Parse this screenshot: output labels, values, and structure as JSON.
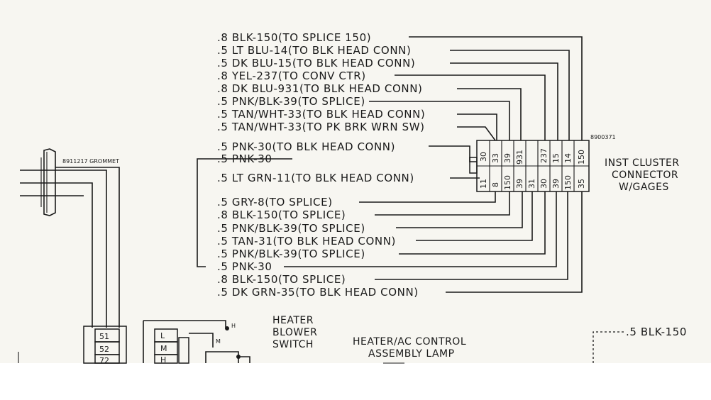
{
  "wires_top": [
    ".8 BLK-150(TO SPLICE 150)",
    ".5 LT BLU-14(TO BLK HEAD CONN)",
    ".5 DK BLU-15(TO BLK HEAD CONN)",
    ".8 YEL-237(TO CONV CTR)",
    ".8 DK BLU-931(TO BLK HEAD CONN)",
    ".5 PNK/BLK-39(TO SPLICE)",
    ".5 TAN/WHT-33(TO BLK HEAD CONN)",
    ".5 TAN/WHT-33(TO PK BRK WRN SW)"
  ],
  "wires_mid": [
    ".5 PNK-30(TO BLK HEAD CONN)",
    ".5 PNK-30",
    ".5 LT GRN-11(TO BLK HEAD CONN)"
  ],
  "wires_bottom": [
    ".5 GRY-8(TO SPLICE)",
    ".8 BLK-150(TO SPLICE)",
    ".5 PNK/BLK-39(TO SPLICE)",
    ".5 TAN-31(TO BLK HEAD CONN)",
    ".5 PNK/BLK-39(TO SPLICE)",
    ".5 PNK-30",
    ".8 BLK-150(TO SPLICE)",
    ".5 DK GRN-35(TO BLK HEAD CONN)"
  ],
  "connector": {
    "part_number": "8900371",
    "label_lines": [
      "INST CLUSTER",
      "CONNECTOR",
      "W/GAGES"
    ],
    "top_pins": [
      "30",
      "33",
      "39",
      "931",
      "",
      "237",
      "15",
      "14",
      "150"
    ],
    "bottom_pins": [
      "11",
      "8",
      "150",
      "39",
      "31",
      "30",
      "39",
      "150",
      "35"
    ]
  },
  "grommet": {
    "label": "8911217 GROMMET"
  },
  "heater_switch": {
    "label_lines": [
      "HEATER",
      "BLOWER",
      "SWITCH"
    ],
    "positions": [
      "L",
      "M",
      "H"
    ],
    "terminals": [
      "H",
      "M"
    ]
  },
  "lamp": {
    "label_lines": [
      "HEATER/AC CONTROL",
      "ASSEMBLY LAMP"
    ]
  },
  "left_connector_pins": [
    "51",
    "52",
    "72"
  ],
  "right_wire": ".5 BLK-150"
}
